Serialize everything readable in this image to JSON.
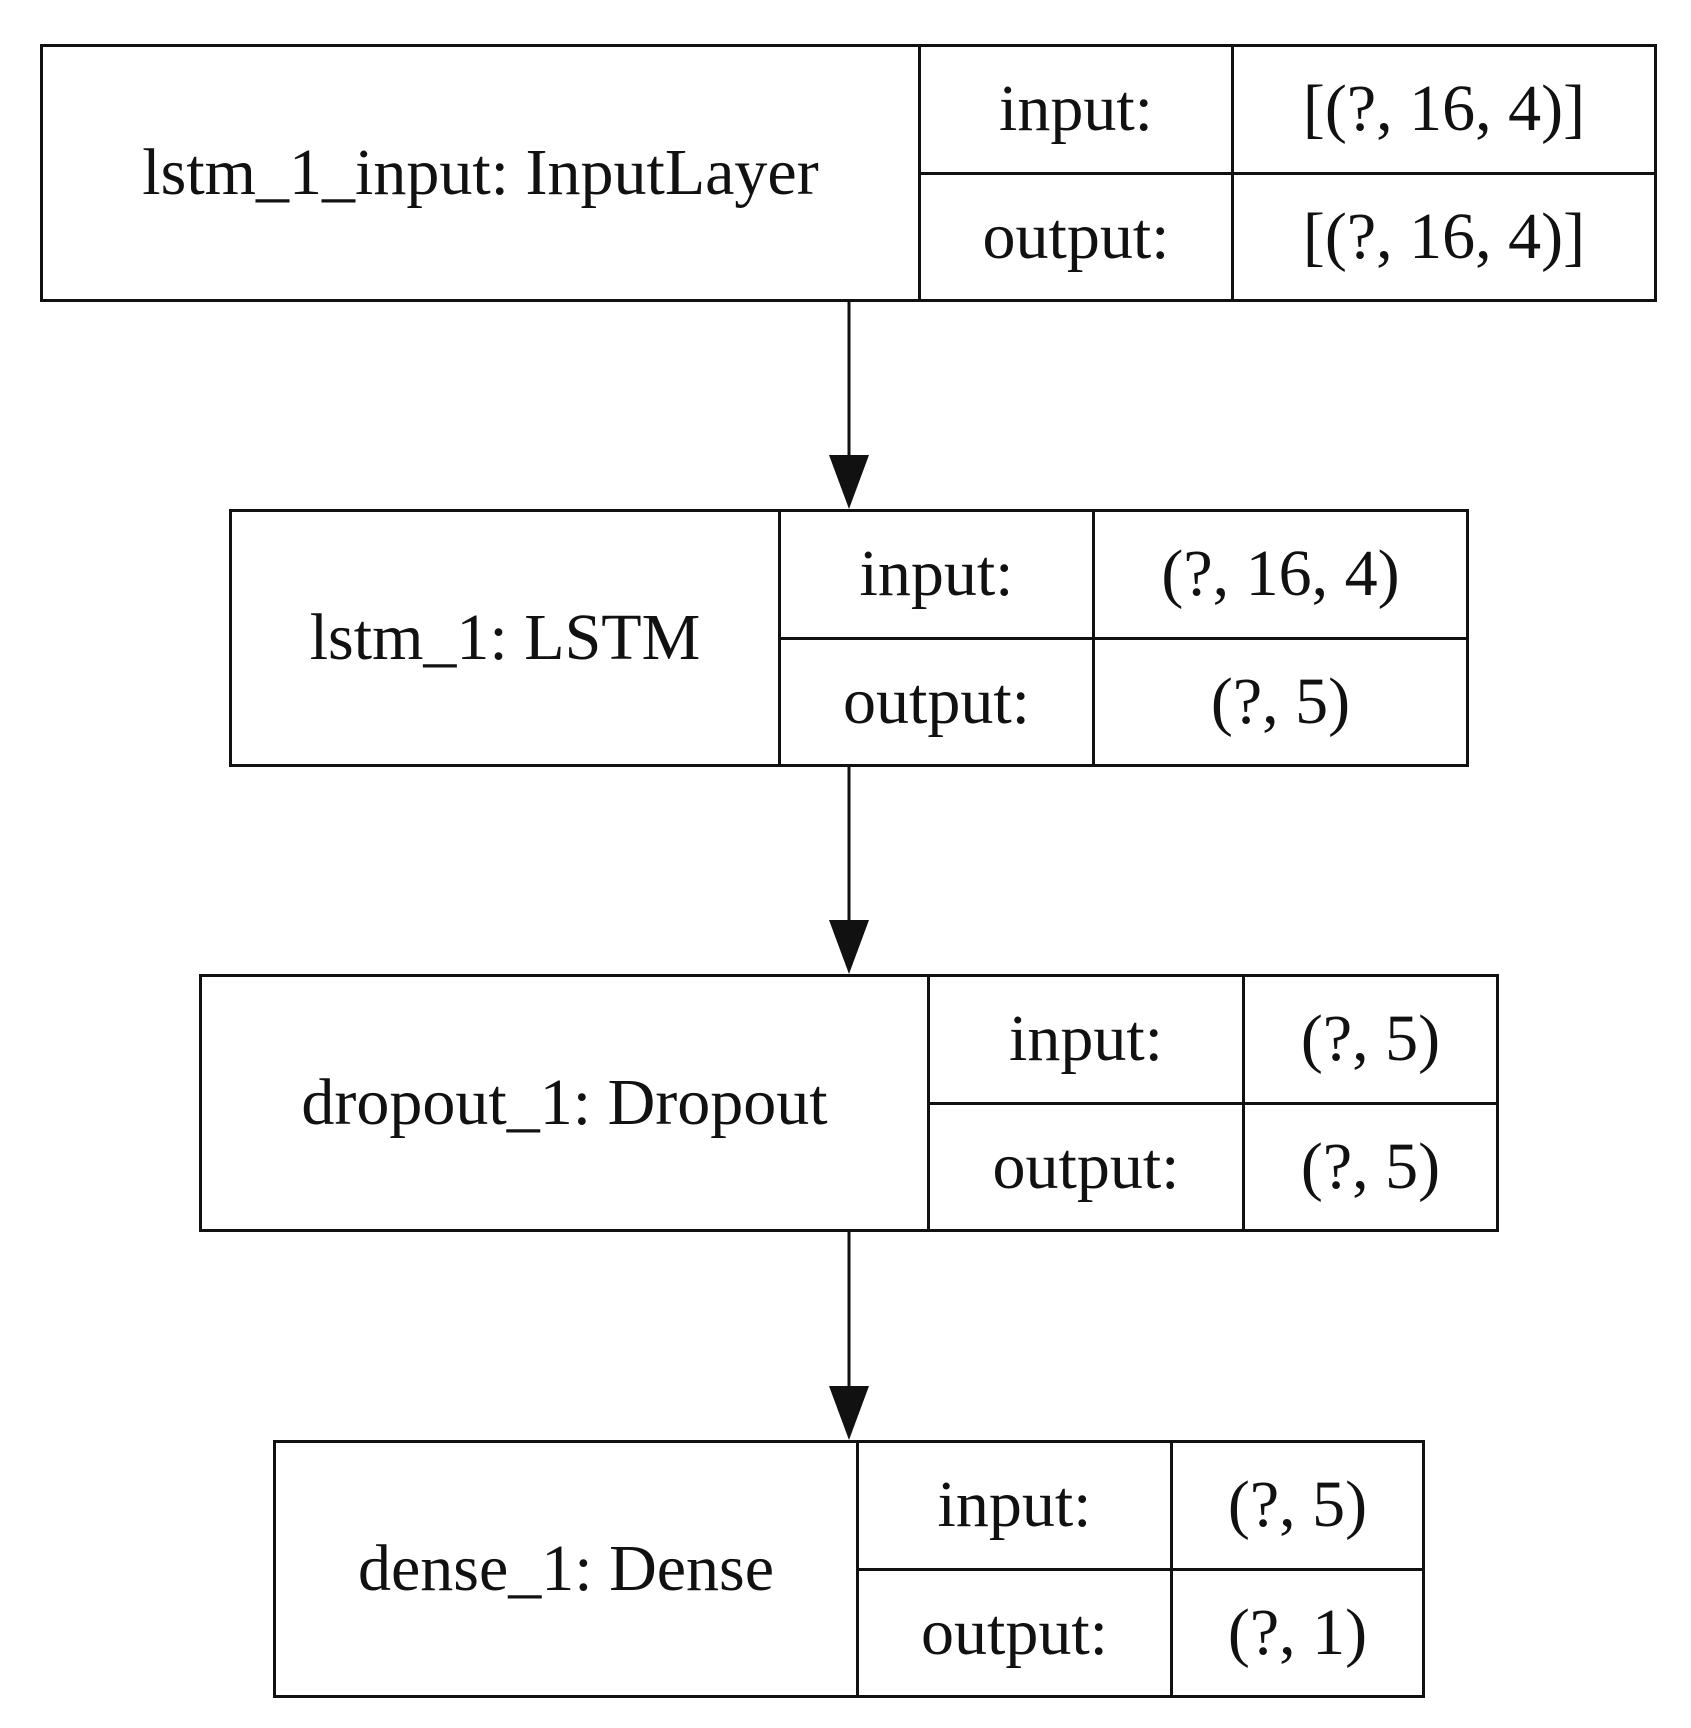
{
  "diagram": {
    "layers": [
      {
        "name": "lstm_1_input: InputLayer",
        "input_label": "input:",
        "input_shape": "[(?, 16, 4)]",
        "output_label": "output:",
        "output_shape": "[(?, 16, 4)]"
      },
      {
        "name": "lstm_1: LSTM",
        "input_label": "input:",
        "input_shape": "(?, 16, 4)",
        "output_label": "output:",
        "output_shape": "(?, 5)"
      },
      {
        "name": "dropout_1: Dropout",
        "input_label": "input:",
        "input_shape": "(?, 5)",
        "output_label": "output:",
        "output_shape": "(?, 5)"
      },
      {
        "name": "dense_1: Dense",
        "input_label": "input:",
        "input_shape": "(?, 5)",
        "output_label": "output:",
        "output_shape": "(?, 1)"
      }
    ],
    "edges": [
      {
        "from": 0,
        "to": 1
      },
      {
        "from": 1,
        "to": 2
      },
      {
        "from": 2,
        "to": 3
      }
    ],
    "colors": {
      "line": "#111111",
      "background": "#ffffff"
    }
  }
}
